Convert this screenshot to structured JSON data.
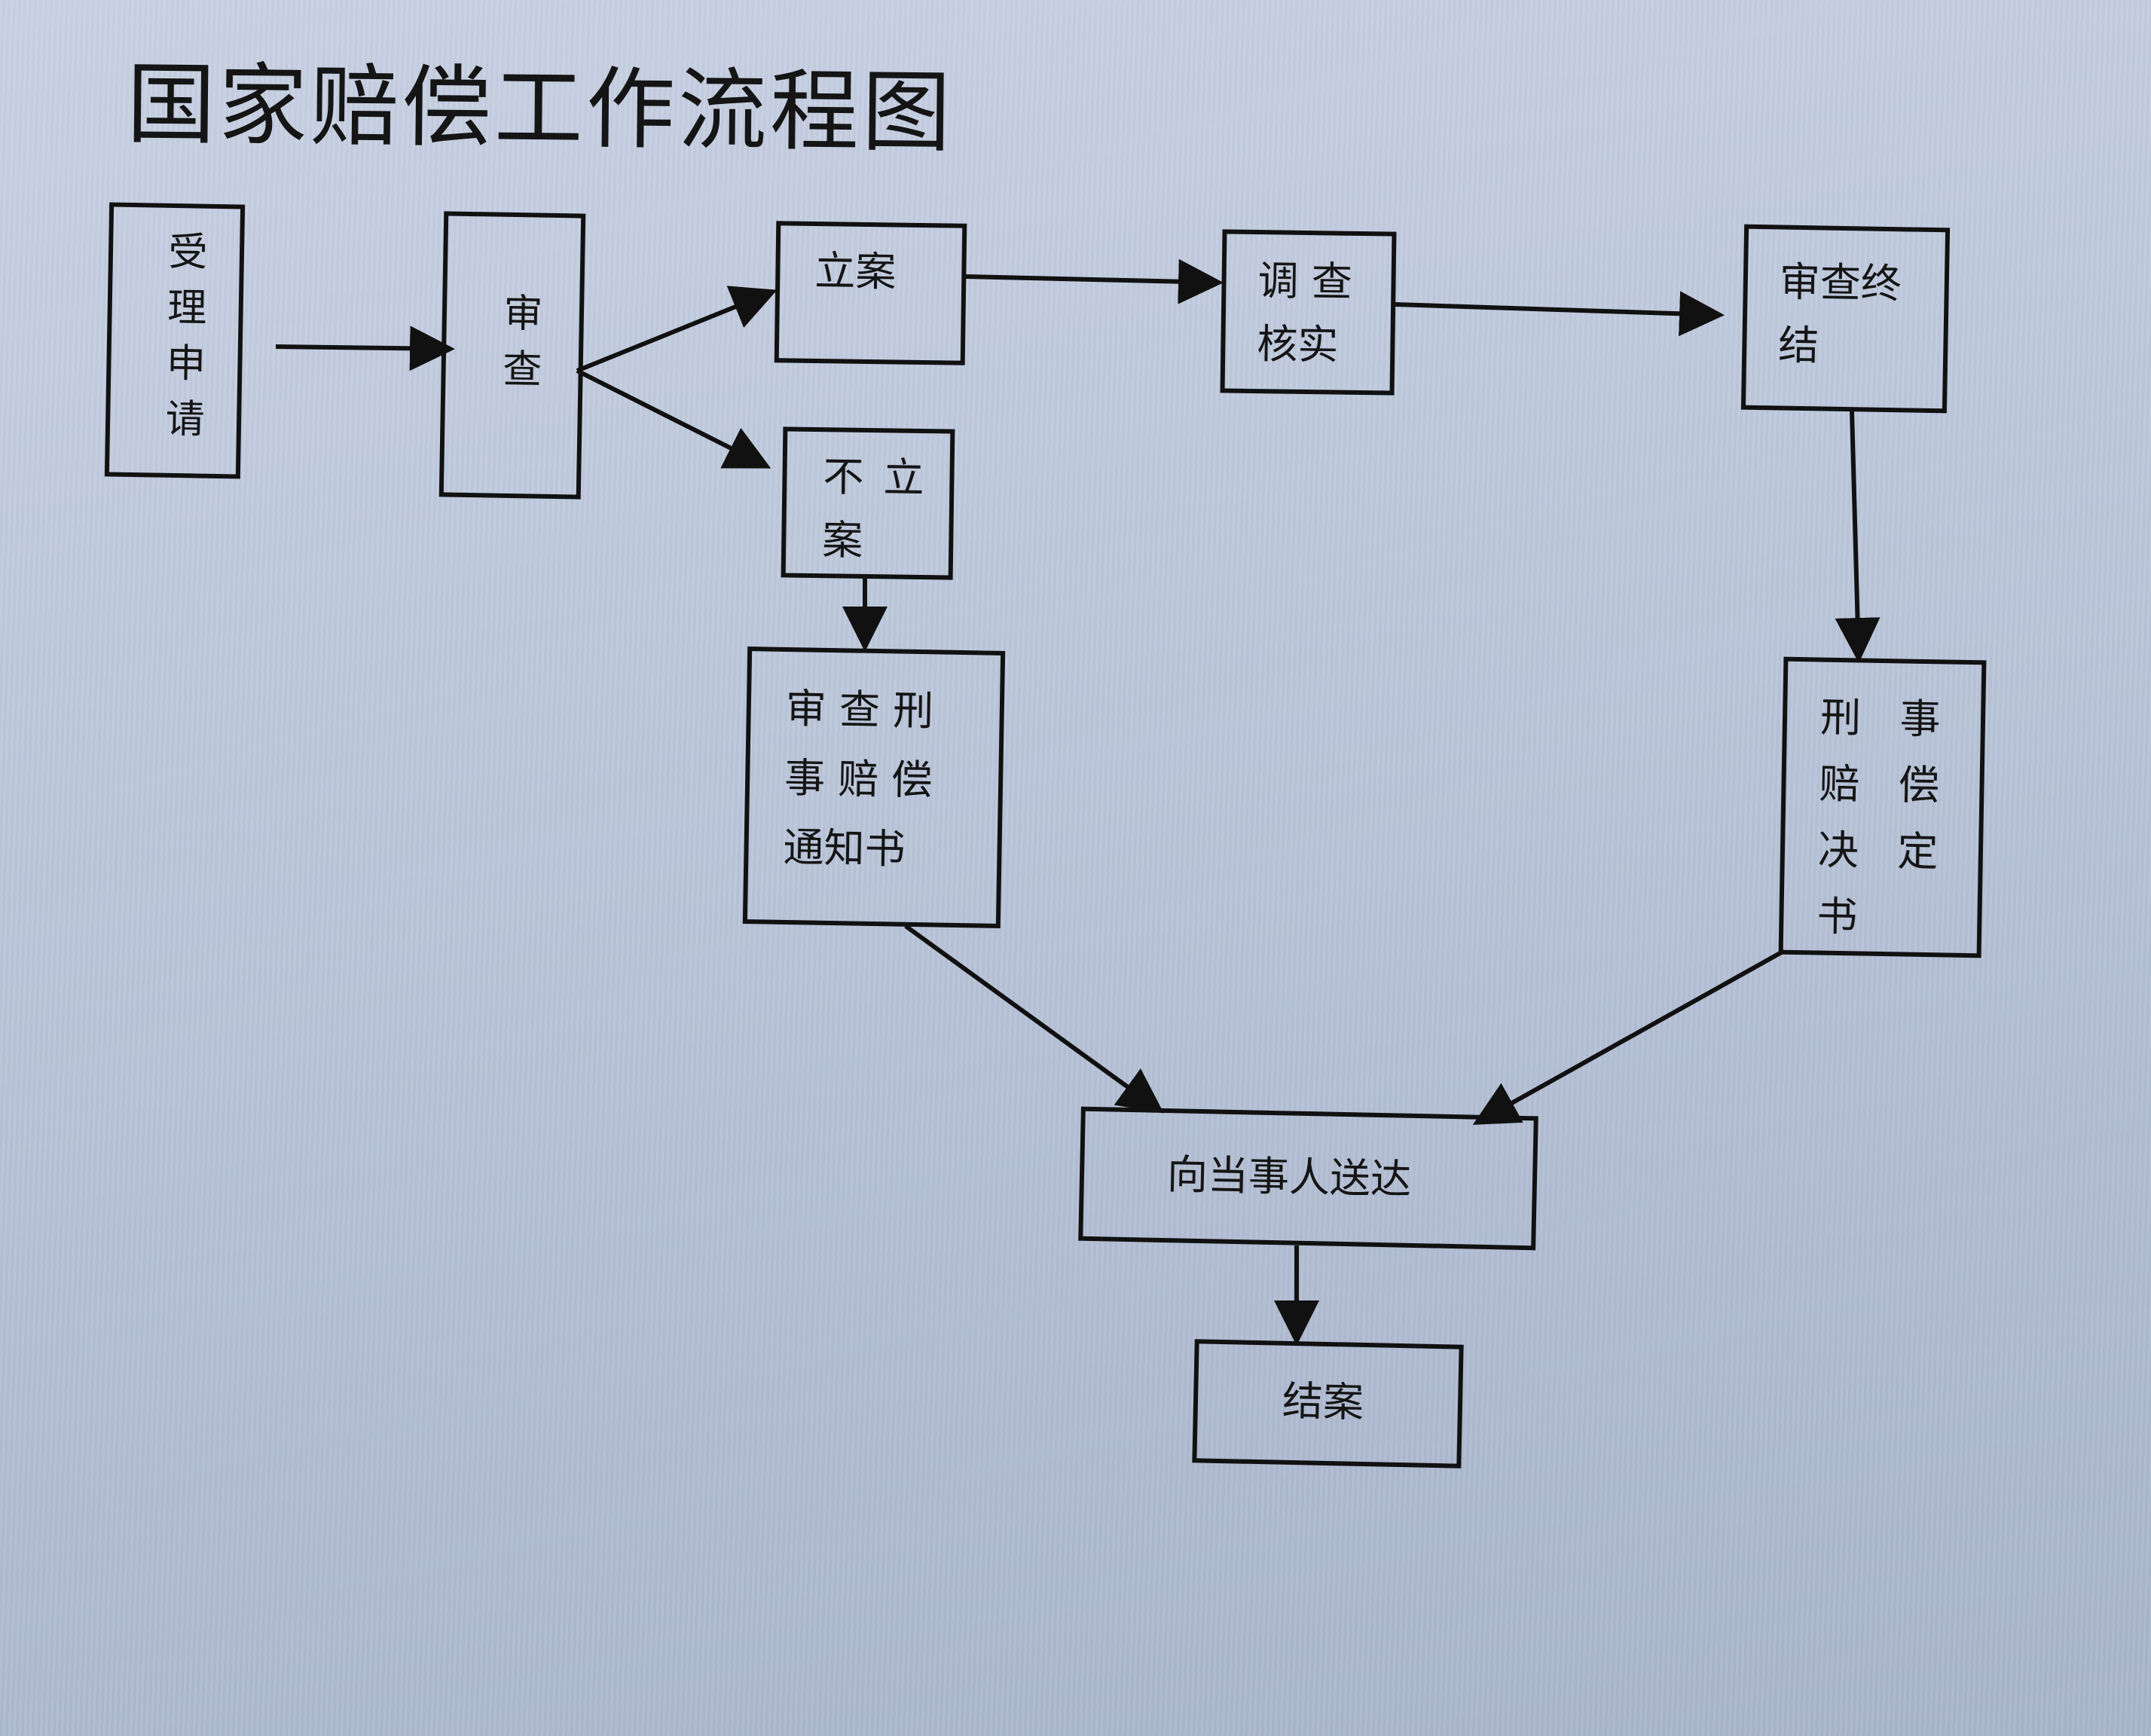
{
  "title": "国家赔偿工作流程图",
  "colors": {
    "paper": "#bcc7db",
    "ink": "#111111"
  },
  "nodes": {
    "accept_application": {
      "label": "受理申请"
    },
    "review": {
      "label": "审查"
    },
    "file_case": {
      "label": "立案"
    },
    "not_file_case": {
      "label": "不立\n案"
    },
    "investigate_verify": {
      "label": "调 查\n核实"
    },
    "review_conclusion": {
      "label": "审查终\n结"
    },
    "review_notice": {
      "label": "审 查 刑\n事 赔 偿\n通知书"
    },
    "compensation_decision": {
      "label": "刑   事\n赔   偿\n决   定\n书"
    },
    "deliver_to_party": {
      "label": "向当事人送达"
    },
    "close_case": {
      "label": "结案"
    }
  },
  "edges": [
    {
      "from": "accept_application",
      "to": "review"
    },
    {
      "from": "review",
      "to": "file_case"
    },
    {
      "from": "review",
      "to": "not_file_case"
    },
    {
      "from": "file_case",
      "to": "investigate_verify"
    },
    {
      "from": "investigate_verify",
      "to": "review_conclusion"
    },
    {
      "from": "review_conclusion",
      "to": "compensation_decision"
    },
    {
      "from": "not_file_case",
      "to": "review_notice"
    },
    {
      "from": "review_notice",
      "to": "deliver_to_party"
    },
    {
      "from": "compensation_decision",
      "to": "deliver_to_party"
    },
    {
      "from": "deliver_to_party",
      "to": "close_case"
    }
  ]
}
